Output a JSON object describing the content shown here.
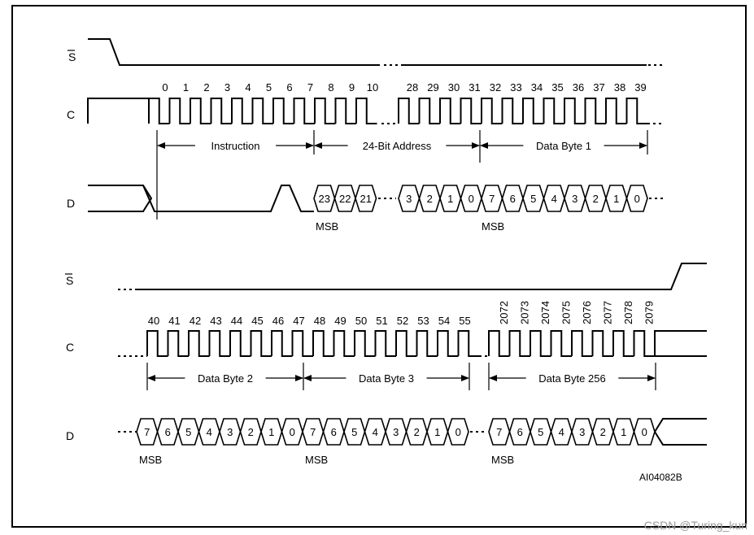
{
  "signals": {
    "s_label": "S",
    "c_label": "C",
    "d_label": "D"
  },
  "top": {
    "clock_labels": [
      "0",
      "1",
      "2",
      "3",
      "4",
      "5",
      "6",
      "7",
      "8",
      "9",
      "10",
      "28",
      "29",
      "30",
      "31",
      "32",
      "33",
      "34",
      "35",
      "36",
      "37",
      "38",
      "39"
    ],
    "d_bits": [
      "23",
      "22",
      "21",
      "3",
      "2",
      "1",
      "0",
      "7",
      "6",
      "5",
      "4",
      "3",
      "2",
      "1",
      "0"
    ],
    "spans": [
      {
        "label": "Instruction"
      },
      {
        "label": "24-Bit Address"
      },
      {
        "label": "Data Byte 1"
      }
    ],
    "msb": [
      "MSB",
      "MSB"
    ]
  },
  "bottom": {
    "clock_labels": [
      "40",
      "41",
      "42",
      "43",
      "44",
      "45",
      "46",
      "47",
      "48",
      "49",
      "50",
      "51",
      "52",
      "53",
      "54",
      "55"
    ],
    "clock_labels_rot": [
      "2072",
      "2073",
      "2074",
      "2075",
      "2076",
      "2077",
      "2078",
      "2079"
    ],
    "d_bits": [
      "7",
      "6",
      "5",
      "4",
      "3",
      "2",
      "1",
      "0",
      "7",
      "6",
      "5",
      "4",
      "3",
      "2",
      "1",
      "0",
      "7",
      "6",
      "5",
      "4",
      "3",
      "2",
      "1",
      "0"
    ],
    "spans": [
      {
        "label": "Data Byte 2"
      },
      {
        "label": "Data Byte 3"
      },
      {
        "label": "Data Byte 256"
      }
    ],
    "msb": [
      "MSB",
      "MSB",
      "MSB"
    ]
  },
  "figure_id": "AI04082B",
  "watermark": "CSDN @Turing_kun"
}
